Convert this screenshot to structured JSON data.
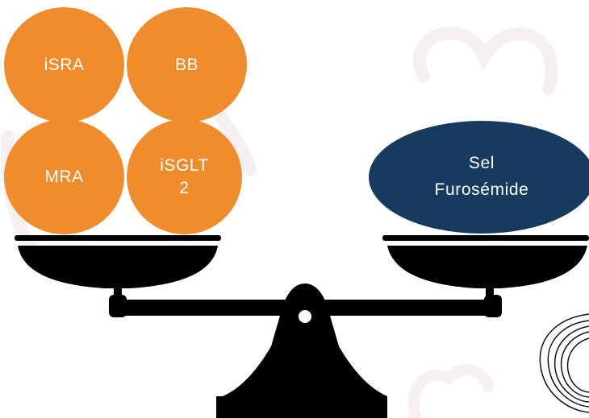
{
  "colors": {
    "pill": "#ee8c2e",
    "salt_ellipse": "#173a5e",
    "scale": "#000000",
    "heart_outline": "#f5eeee"
  },
  "left_pan": {
    "pills": [
      {
        "label": "iSRA"
      },
      {
        "label": "BB"
      },
      {
        "label": "MRA"
      },
      {
        "label_line1": "iSGLT",
        "label_line2": "2"
      }
    ]
  },
  "right_pan": {
    "item": {
      "line1": "Sel",
      "line2": "Furosémide"
    }
  },
  "icons": [
    "balance-scale-icon",
    "heart-outline-icon",
    "scribble-swirl-icon"
  ]
}
